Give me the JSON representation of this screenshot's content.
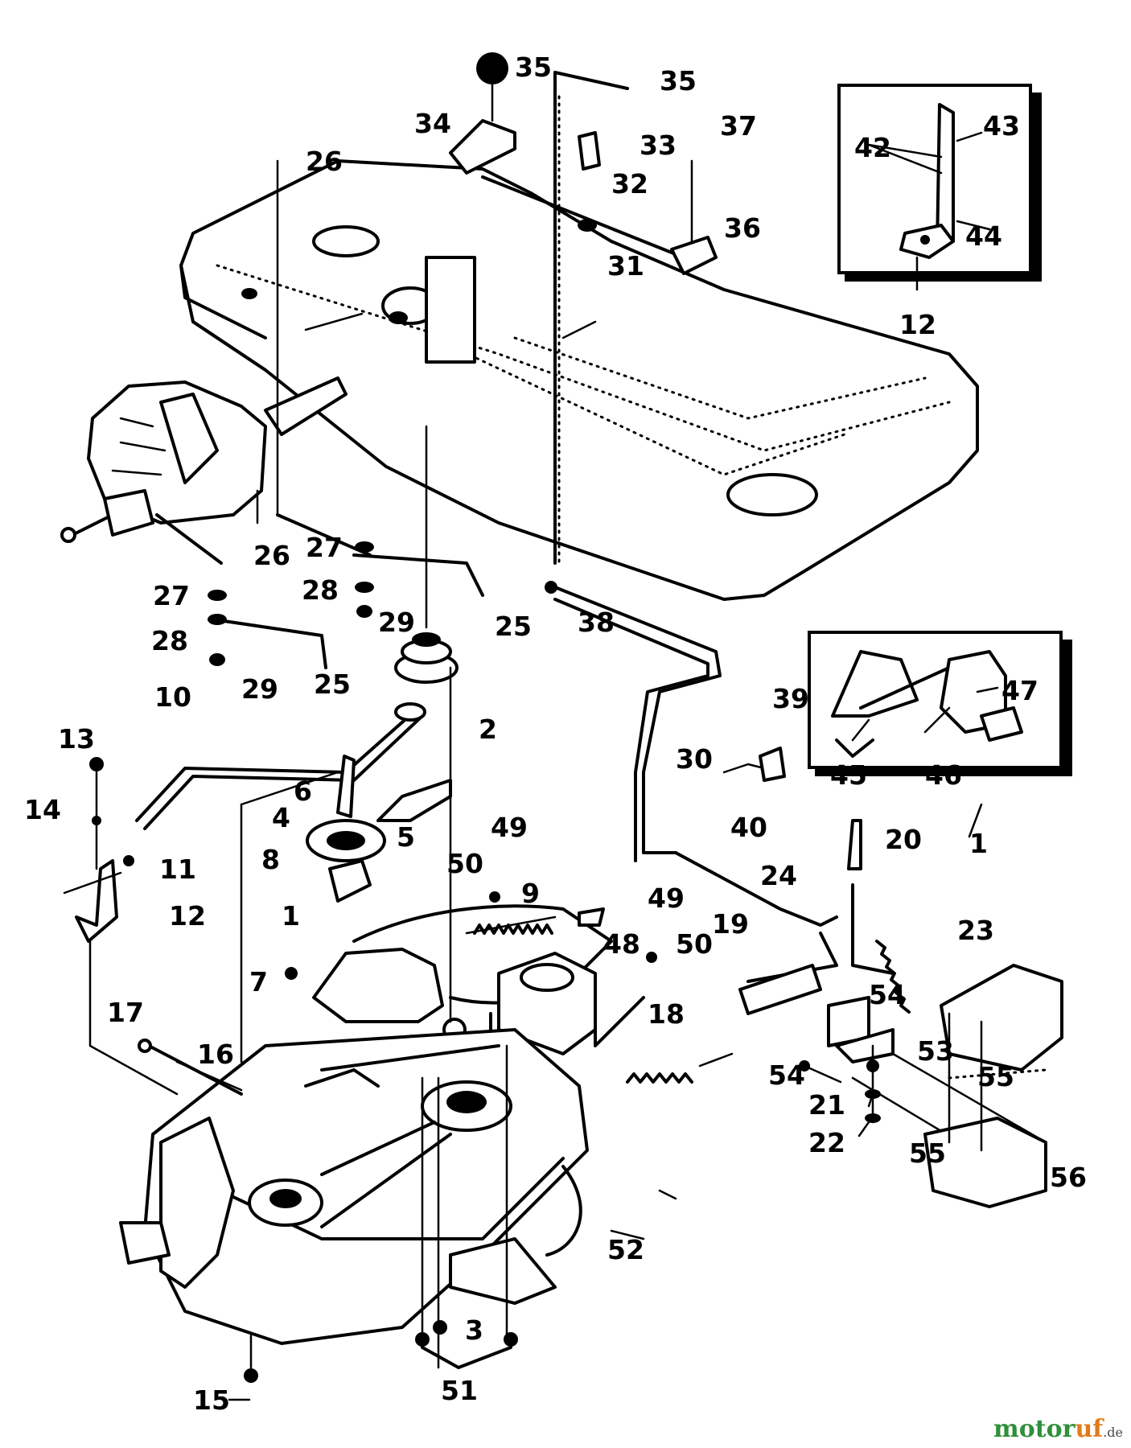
{
  "labels": {
    "n1": "1",
    "n2": "2",
    "n3": "3",
    "n4": "4",
    "n5": "5",
    "n6": "6",
    "n7": "7",
    "n8": "8",
    "n9": "9",
    "n10": "10",
    "n11": "11",
    "n12": "12",
    "n13": "13",
    "n14": "14",
    "n15": "15",
    "n16": "16",
    "n17": "17",
    "n18": "18",
    "n19": "19",
    "n20": "20",
    "n21": "21",
    "n22": "22",
    "n23": "23",
    "n24": "24",
    "n25": "25",
    "n26": "26",
    "n27": "27",
    "n28": "28",
    "n29": "29",
    "n30": "30",
    "n31": "31",
    "n32": "32",
    "n33": "33",
    "n34": "34",
    "n35": "35",
    "n36": "36",
    "n37": "37",
    "n38": "38",
    "n39": "39",
    "n40": "40",
    "n42": "42",
    "n43": "43",
    "n44": "44",
    "n45": "45",
    "n46": "46",
    "n47": "47",
    "n48": "48",
    "n49": "49",
    "n50": "50",
    "n51": "51",
    "n52": "52",
    "n53": "53",
    "n54": "54",
    "n55": "55",
    "n56": "56"
  },
  "watermark": {
    "part1": "motor",
    "part2": "uf",
    "suffix": ".de"
  },
  "colors": {
    "ink": "#000000",
    "paper": "#ffffff",
    "watermark_green": "#2f8f3a",
    "watermark_orange": "#e07a1a"
  }
}
